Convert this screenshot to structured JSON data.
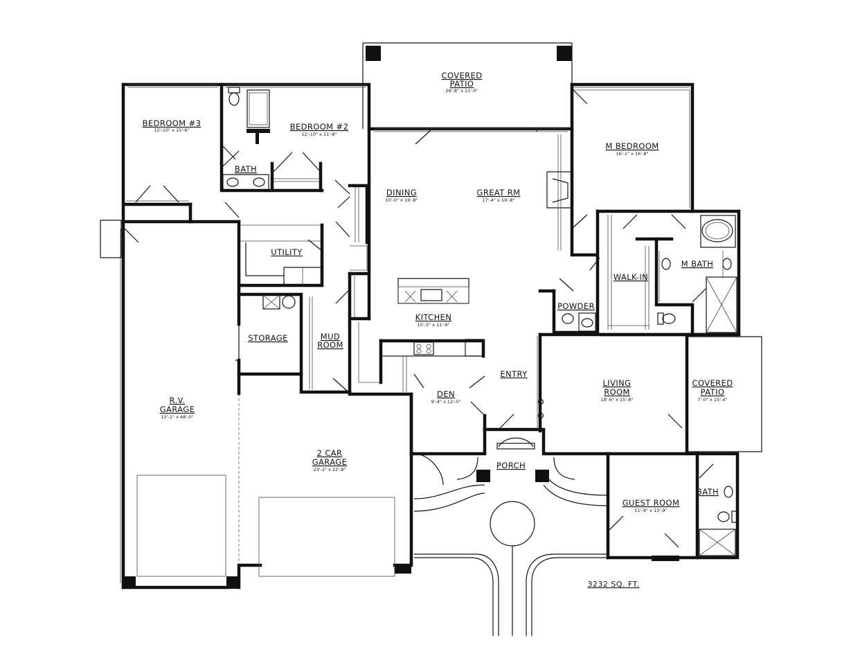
{
  "plan": {
    "rooms": [
      {
        "id": "covered-patio-rear",
        "lines": [
          "COVERED",
          "PATIO"
        ],
        "dim": "26'-8\" x 11'-0\""
      },
      {
        "id": "bedroom-3",
        "lines": [
          "BEDROOM #3"
        ],
        "dim": "12'-10\" x 15'-6\""
      },
      {
        "id": "bedroom-2",
        "lines": [
          "BEDROOM #2"
        ],
        "dim": "12'-10\" x 11'-8\""
      },
      {
        "id": "bath-upper",
        "lines": [
          "BATH"
        ],
        "dim": ""
      },
      {
        "id": "dining",
        "lines": [
          "DINING"
        ],
        "dim": "10'-0\" x 19'-8\""
      },
      {
        "id": "great-rm",
        "lines": [
          "GREAT RM"
        ],
        "dim": "17'-4\" x 19'-8\""
      },
      {
        "id": "m-bedroom",
        "lines": [
          "M BEDROOM"
        ],
        "dim": "16'-1\" x 16'-8\""
      },
      {
        "id": "utility",
        "lines": [
          "UTILITY"
        ],
        "dim": ""
      },
      {
        "id": "walk-in",
        "lines": [
          "WALK-IN"
        ],
        "dim": ""
      },
      {
        "id": "m-bath",
        "lines": [
          "M BATH"
        ],
        "dim": ""
      },
      {
        "id": "powder",
        "lines": [
          "POWDER"
        ],
        "dim": ""
      },
      {
        "id": "kitchen",
        "lines": [
          "KITCHEN"
        ],
        "dim": "15'-5\" x 11'-9\""
      },
      {
        "id": "storage",
        "lines": [
          "STORAGE"
        ],
        "dim": ""
      },
      {
        "id": "mud-room",
        "lines": [
          "MUD",
          "ROOM"
        ],
        "dim": ""
      },
      {
        "id": "entry",
        "lines": [
          "ENTRY"
        ],
        "dim": ""
      },
      {
        "id": "living-room",
        "lines": [
          "LIVING",
          "ROOM"
        ],
        "dim": "18'-6\" x 15'-8\""
      },
      {
        "id": "covered-patio-side",
        "lines": [
          "COVERED",
          "PATIO"
        ],
        "dim": "7'-0\" x 15'-4\""
      },
      {
        "id": "rv-garage",
        "lines": [
          "R.V.",
          "GARAGE"
        ],
        "dim": "15'-1\" x 48'-0\""
      },
      {
        "id": "den",
        "lines": [
          "DEN"
        ],
        "dim": "9'-4\" x 12'-5\""
      },
      {
        "id": "two-car-garage",
        "lines": [
          "2 CAR",
          "GARAGE"
        ],
        "dim": "23'-2\" x 22'-8\""
      },
      {
        "id": "porch",
        "lines": [
          "PORCH"
        ],
        "dim": ""
      },
      {
        "id": "guest-room",
        "lines": [
          "GUEST ROOM"
        ],
        "dim": "11'-9\" x 13'-9\""
      },
      {
        "id": "bath-guest",
        "lines": [
          "BATH"
        ],
        "dim": ""
      }
    ],
    "total_area": "3232 SQ. FT."
  }
}
